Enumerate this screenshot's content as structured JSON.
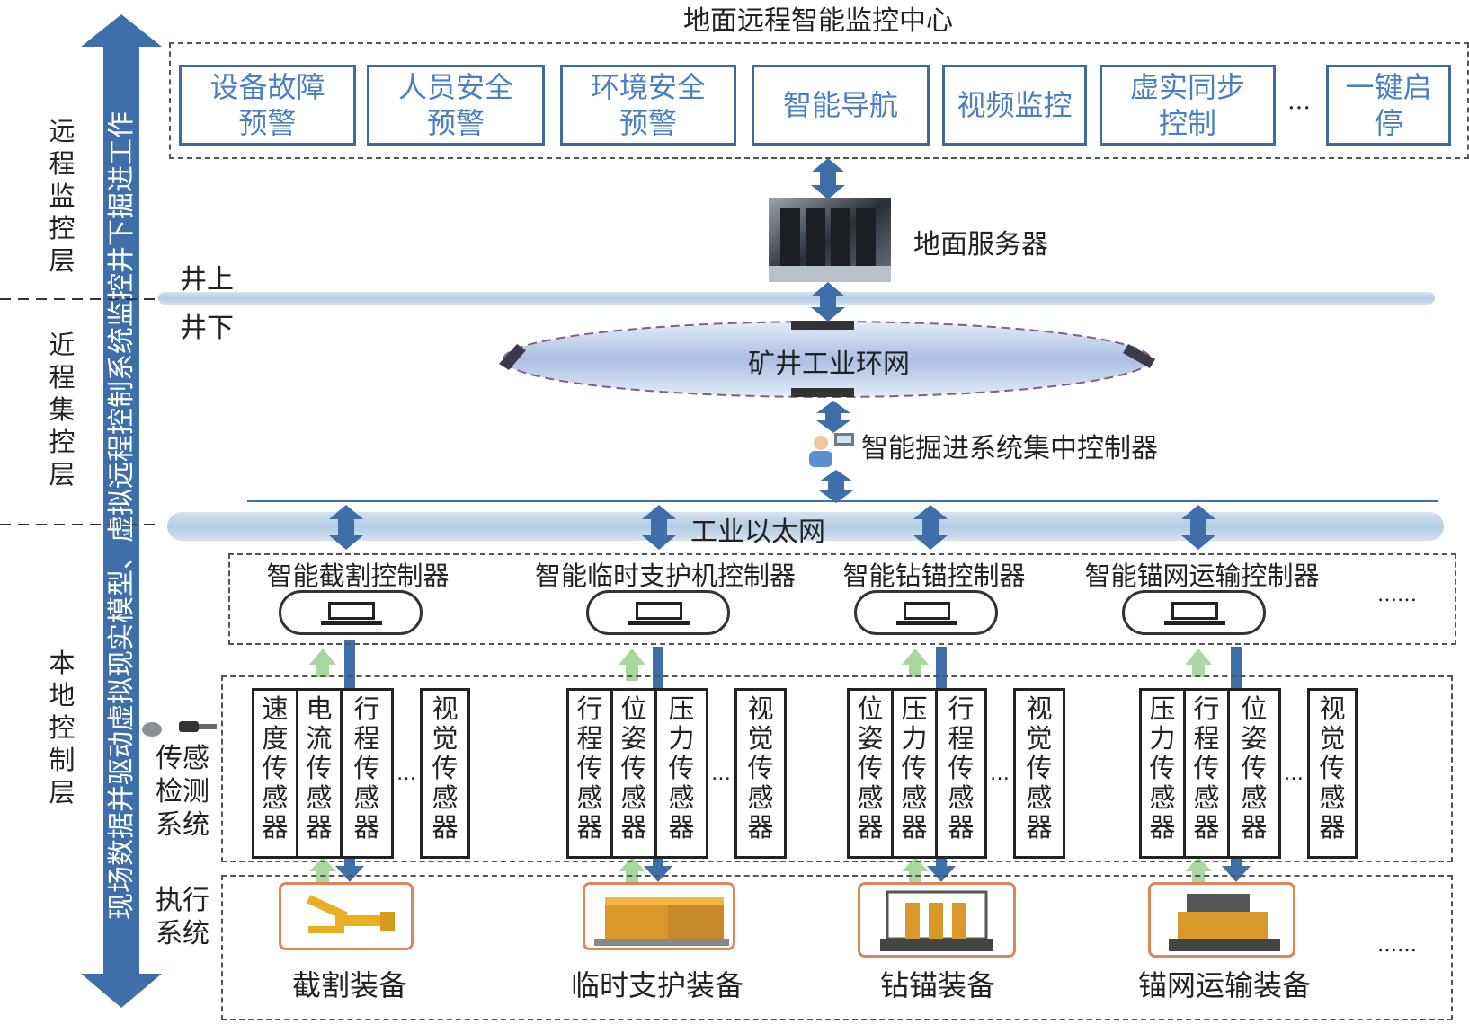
{
  "title": "地面远程智能监控中心",
  "functions": [
    {
      "label": "设备故障\n预警"
    },
    {
      "label": "人员安全\n预警"
    },
    {
      "label": "环境安全\n预警"
    },
    {
      "label": "智能导航"
    },
    {
      "label": "视频监控"
    },
    {
      "label": "虚实同步\n控制"
    },
    {
      "label": "一键启停"
    }
  ],
  "functions_ellipsis": "…",
  "server_label": "地面服务器",
  "above_ground": "井上",
  "below_ground": "井下",
  "ring_network": "矿井工业环网",
  "central_controller": "智能掘进系统集中控制器",
  "ethernet": "工业以太网",
  "side_arrow_text": "现场数据并驱动虚拟现实模型、虚拟远程控制系统监控井下掘进工作",
  "layers": {
    "remote": "远程监控层",
    "near": "近程集控层",
    "local": "本地控制层"
  },
  "sensing_system": "传感检测系统",
  "execution_system": "执行系统",
  "controllers": [
    {
      "label": "智能截割控制器"
    },
    {
      "label": "智能临时支护机控制器"
    },
    {
      "label": "智能钻锚控制器"
    },
    {
      "label": "智能锚网运输控制器"
    }
  ],
  "controllers_ellipsis": "……",
  "sensor_groups": [
    {
      "sensors": [
        "速度传感器",
        "电流传感器",
        "行程传感器"
      ],
      "extra": "视觉传感器",
      "dots": "…"
    },
    {
      "sensors": [
        "行程传感器",
        "位姿传感器",
        "压力传感器"
      ],
      "extra": "视觉传感器",
      "dots": "…"
    },
    {
      "sensors": [
        "位姿传感器",
        "压力传感器",
        "行程传感器"
      ],
      "extra": "视觉传感器",
      "dots": "…"
    },
    {
      "sensors": [
        "压力传感器",
        "行程传感器",
        "位姿传感器"
      ],
      "extra": "视觉传感器",
      "dots": "…"
    }
  ],
  "equipment": [
    {
      "label": "截割装备"
    },
    {
      "label": "临时支护装备"
    },
    {
      "label": "钻锚装备"
    },
    {
      "label": "锚网运输装备"
    }
  ],
  "equipment_ellipsis": "……",
  "colors": {
    "blue_arrow": "#3f6fa8",
    "network_band": "#bcd3e6",
    "box_border": "#3d6c9c",
    "green_arrow": "#a8d8a0",
    "equip_border": "#e0855a"
  }
}
